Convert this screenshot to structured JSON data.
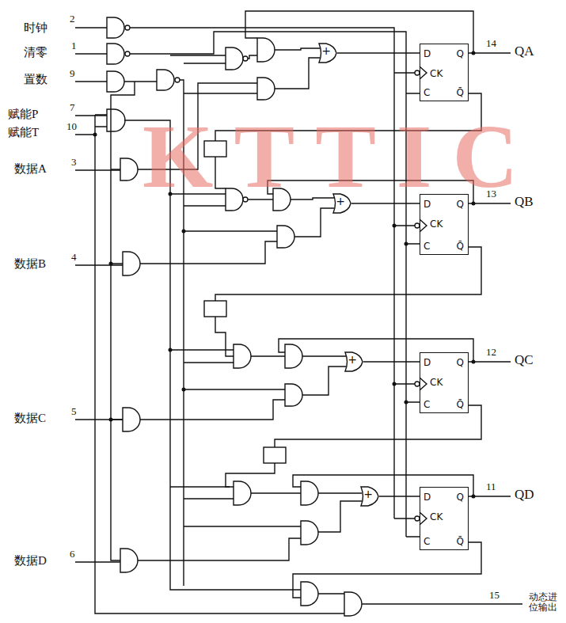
{
  "diagram": {
    "nodes": [
      {
        "text": [
          "+"
        ]
      },
      {
        "text": [
          "D",
          "Q",
          "CK",
          "C",
          "Q̄"
        ]
      },
      {
        "text": [
          "+"
        ]
      },
      {
        "text": [
          "D",
          "Q",
          "CK",
          "C",
          "Q̄"
        ]
      },
      {
        "text": [
          "+"
        ]
      },
      {
        "text": [
          "D",
          "Q",
          "CK",
          "C",
          "Q̄"
        ]
      },
      {
        "text": [
          "+"
        ]
      },
      {
        "text": [
          "D",
          "Q",
          "CK",
          "C",
          "Q̄"
        ]
      }
    ],
    "edges": [
      {
        "from": 0,
        "to": 1,
        "arrow": "none"
      },
      {
        "from": 2,
        "to": 3,
        "arrow": "none"
      },
      {
        "from": 4,
        "to": 5,
        "arrow": "none"
      },
      {
        "from": 6,
        "to": 7,
        "arrow": "none"
      }
    ],
    "labels": [
      "时钟",
      "2",
      "清零",
      "1",
      "置数",
      "9",
      "赋能P",
      "7",
      "赋能T",
      "10",
      "数据A",
      "3",
      "数据B",
      "4",
      "数据C",
      "5",
      "数据D",
      "6",
      "14",
      "QA",
      "13",
      "QB",
      "12",
      "QC",
      "11",
      "QD",
      "15",
      "动态进位输出",
      "KTTIC"
    ]
  }
}
